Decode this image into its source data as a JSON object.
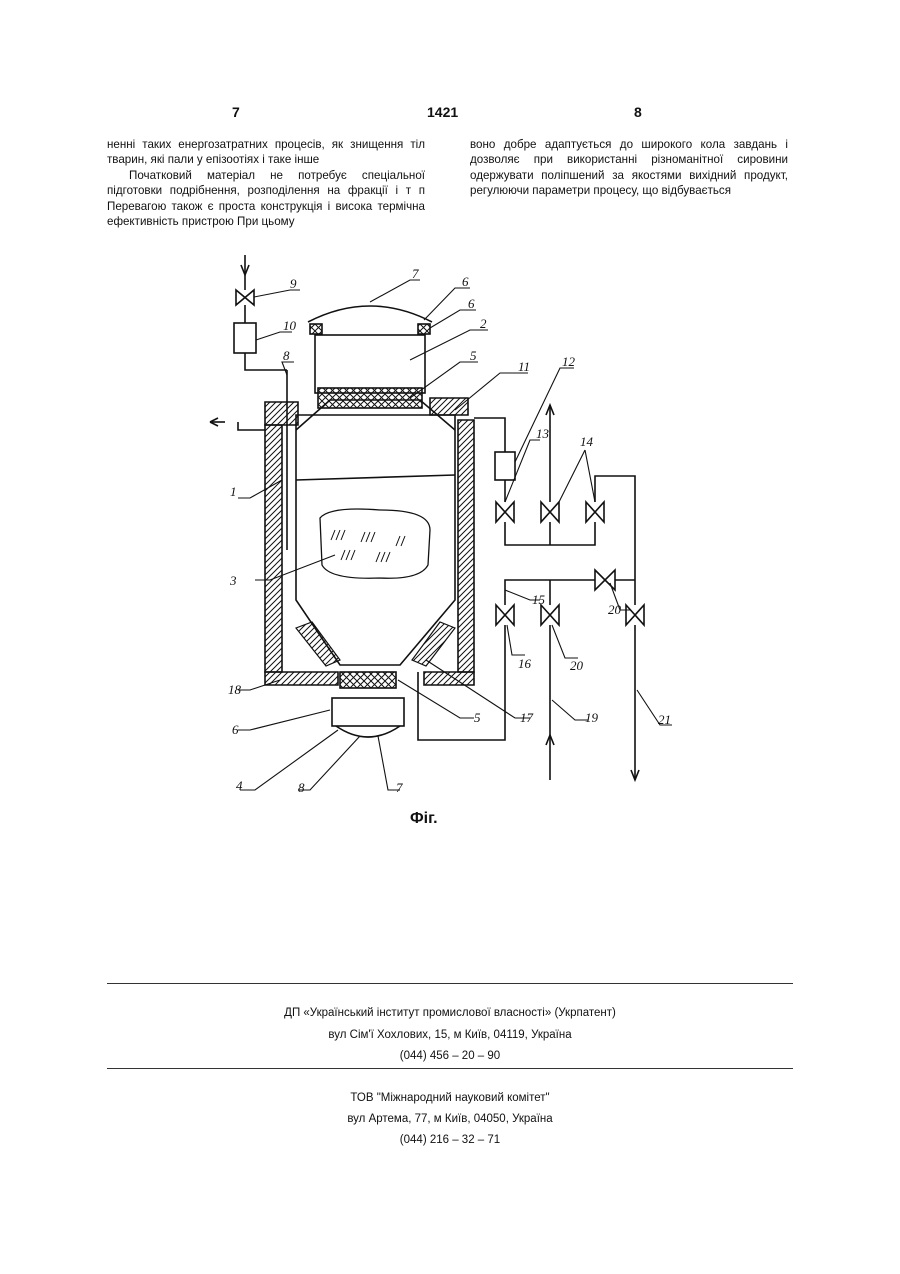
{
  "header": {
    "page_left": "7",
    "doc_number": "1421",
    "page_right": "8"
  },
  "body": {
    "left_column": [
      "ненні таких енергозатратних процесів, як знищення тіл тварин, які пали у епізоотіях і таке інше",
      "Початковий матеріал не потребує спеціальної підготовки подрібнення, розподілення на фракції і т п Перевагою також є проста конструкція і висока термічна ефективність пристрою При цьому"
    ],
    "right_column": [
      "воно добре адаптується до широкого кола завдань і дозволяє при використанні різноманітної сировини одержувати поліпшений за якостями вихідний продукт, регулюючи параметри процесу, що відбувається"
    ]
  },
  "figure": {
    "caption": "Фіг.",
    "labels": [
      "9",
      "10",
      "8",
      "7",
      "6",
      "6",
      "2",
      "5",
      "11",
      "12",
      "13",
      "14",
      "1",
      "3",
      "15",
      "20",
      "16",
      "20",
      "18",
      "5",
      "17",
      "19",
      "21",
      "6",
      "4",
      "8",
      "7"
    ]
  },
  "footer": {
    "org1_name": "ДП «Український інститут промислової власності» (Укрпатент)",
    "org1_address": "вул Сім'ї Хохлових, 15, м Київ, 04119, Україна",
    "org1_phone": "(044) 456 – 20 – 90",
    "org2_name": "ТОВ \"Міжнародний науковий комітет\"",
    "org2_address": "вул Артема, 77, м Київ, 04050, Україна",
    "org2_phone": "(044) 216 – 32 – 71"
  }
}
